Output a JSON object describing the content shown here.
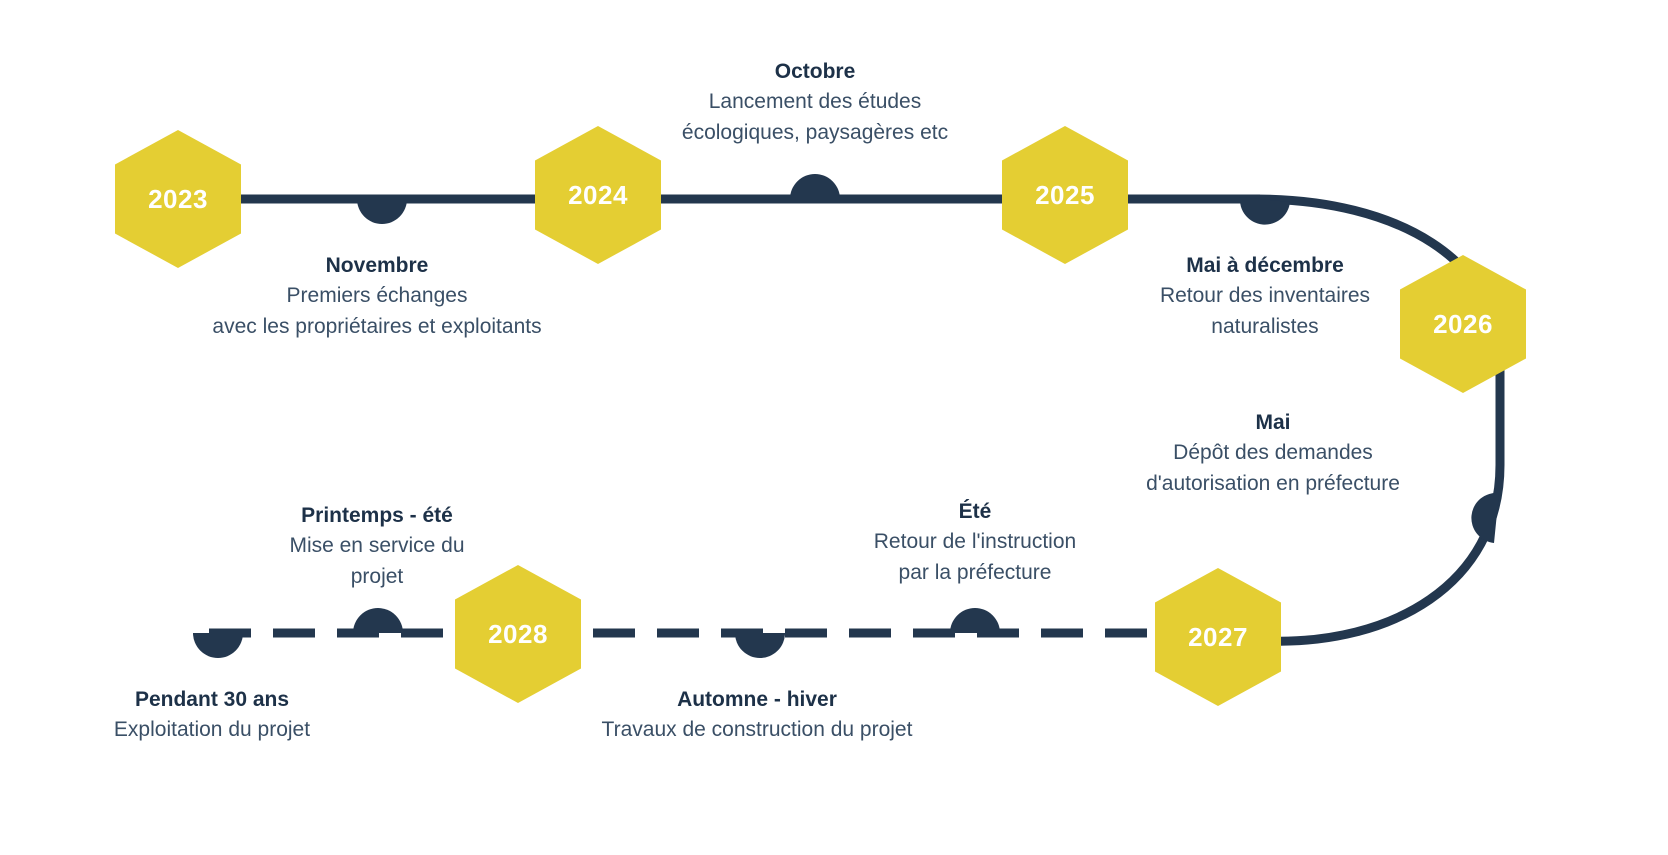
{
  "colors": {
    "hex_fill": "#E4CE33",
    "hex_text": "#FFFFFF",
    "line": "#23374E",
    "title_text": "#1D3148",
    "body_text": "#3A4F66",
    "background": "#FFFFFF"
  },
  "milestones": [
    {
      "year": "2023"
    },
    {
      "year": "2024"
    },
    {
      "year": "2025"
    },
    {
      "year": "2026"
    },
    {
      "year": "2027"
    },
    {
      "year": "2028"
    }
  ],
  "events": [
    {
      "id": "novembre",
      "title": "Novembre",
      "description": "Premiers échanges\navec les propriétaires et exploitants",
      "position": "below",
      "segment": "top"
    },
    {
      "id": "octobre",
      "title": "Octobre",
      "description": "Lancement des études\nécologiques, paysagères etc",
      "position": "above",
      "segment": "top"
    },
    {
      "id": "mai-a-decembre",
      "title": "Mai à décembre",
      "description": "Retour des inventaires\nnaturalistes",
      "position": "below",
      "segment": "top"
    },
    {
      "id": "mai",
      "title": "Mai",
      "description": "Dépôt des demandes\nd'autorisation en préfecture",
      "position": "left",
      "segment": "curve"
    },
    {
      "id": "ete",
      "title": "Été",
      "description": "Retour de l'instruction\npar la préfecture",
      "position": "above",
      "segment": "bottom"
    },
    {
      "id": "automne-hiver",
      "title": "Automne - hiver",
      "description": "Travaux de construction du projet",
      "position": "below",
      "segment": "bottom"
    },
    {
      "id": "printemps-ete",
      "title": "Printemps - été",
      "description": "Mise en service du\nprojet",
      "position": "above",
      "segment": "bottom"
    },
    {
      "id": "pendant-30-ans",
      "title": "Pendant 30 ans",
      "description": "Exploitation du projet",
      "position": "below",
      "segment": "bottom"
    }
  ]
}
